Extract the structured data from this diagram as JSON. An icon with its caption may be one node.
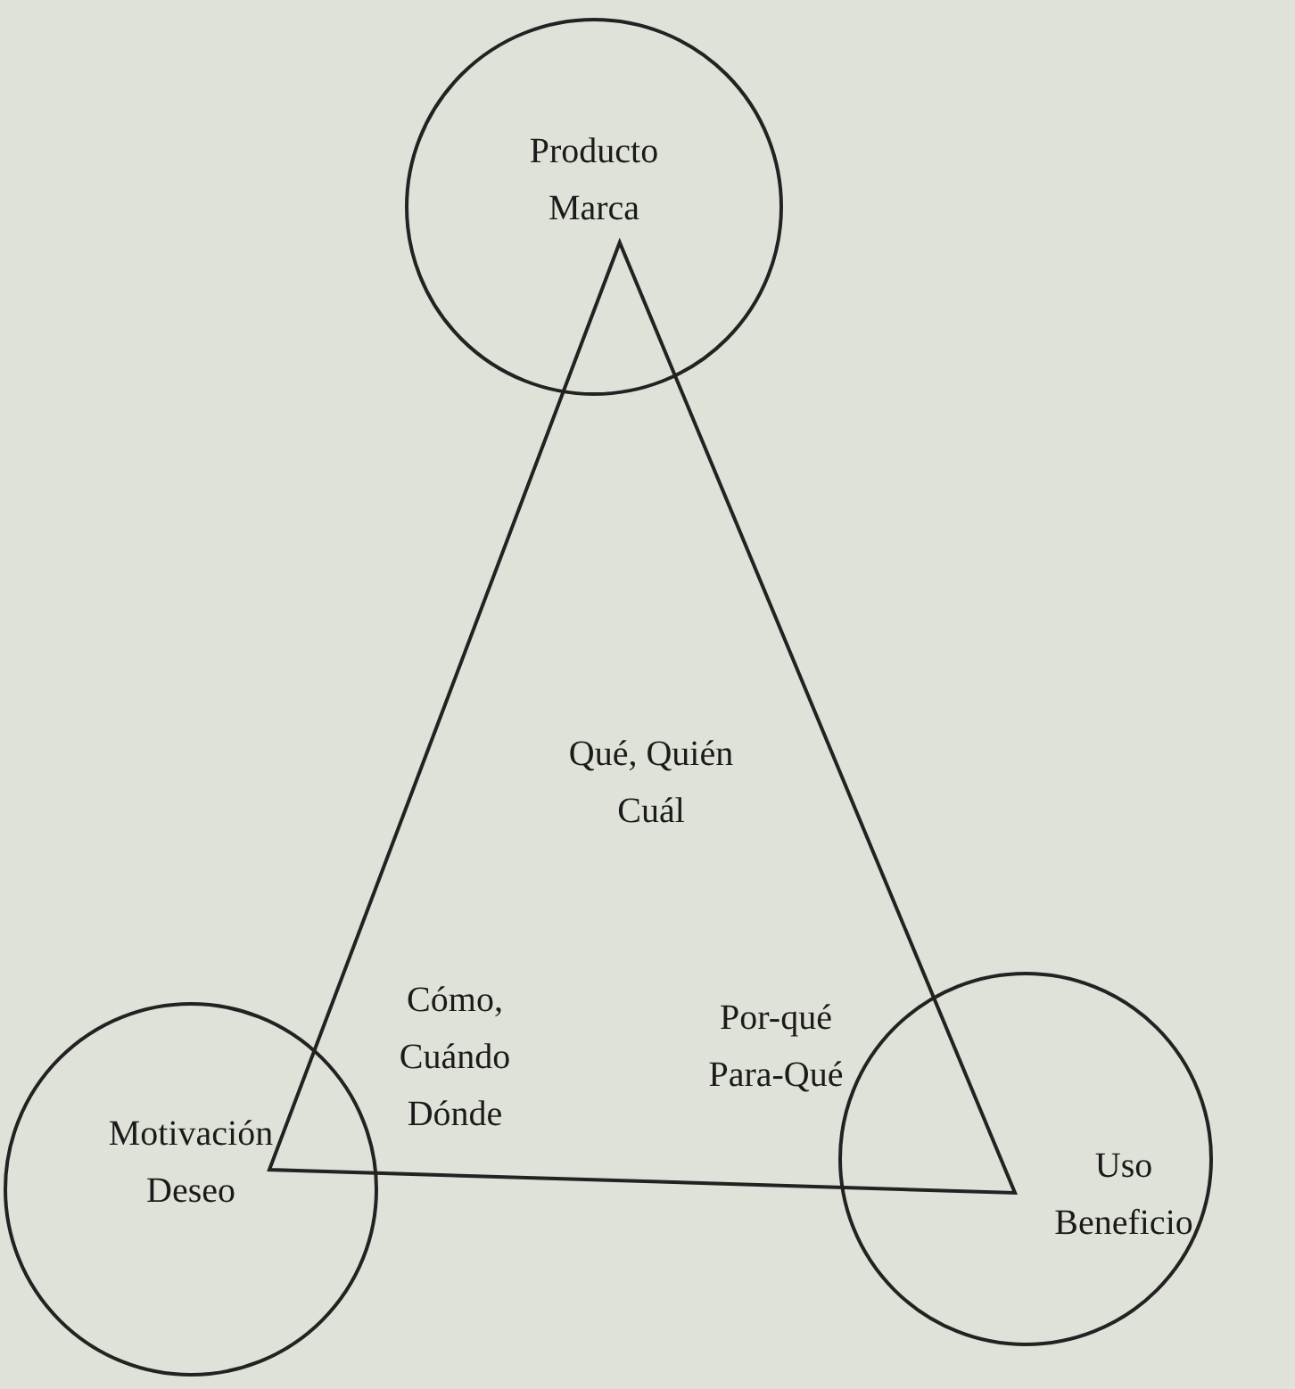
{
  "diagram": {
    "nodes": [
      {
        "text": [
          "Qué, Quién Cuál",
          "Cómo, Cuándo Dónde",
          "Por-qué Para-Qué"
        ]
      },
      {
        "text": [
          "Producto",
          "Marca"
        ]
      },
      {
        "text": [
          "Motivación",
          "Deseo"
        ]
      },
      {
        "text": [
          "Uso",
          "Beneficio"
        ]
      }
    ],
    "edges": []
  }
}
